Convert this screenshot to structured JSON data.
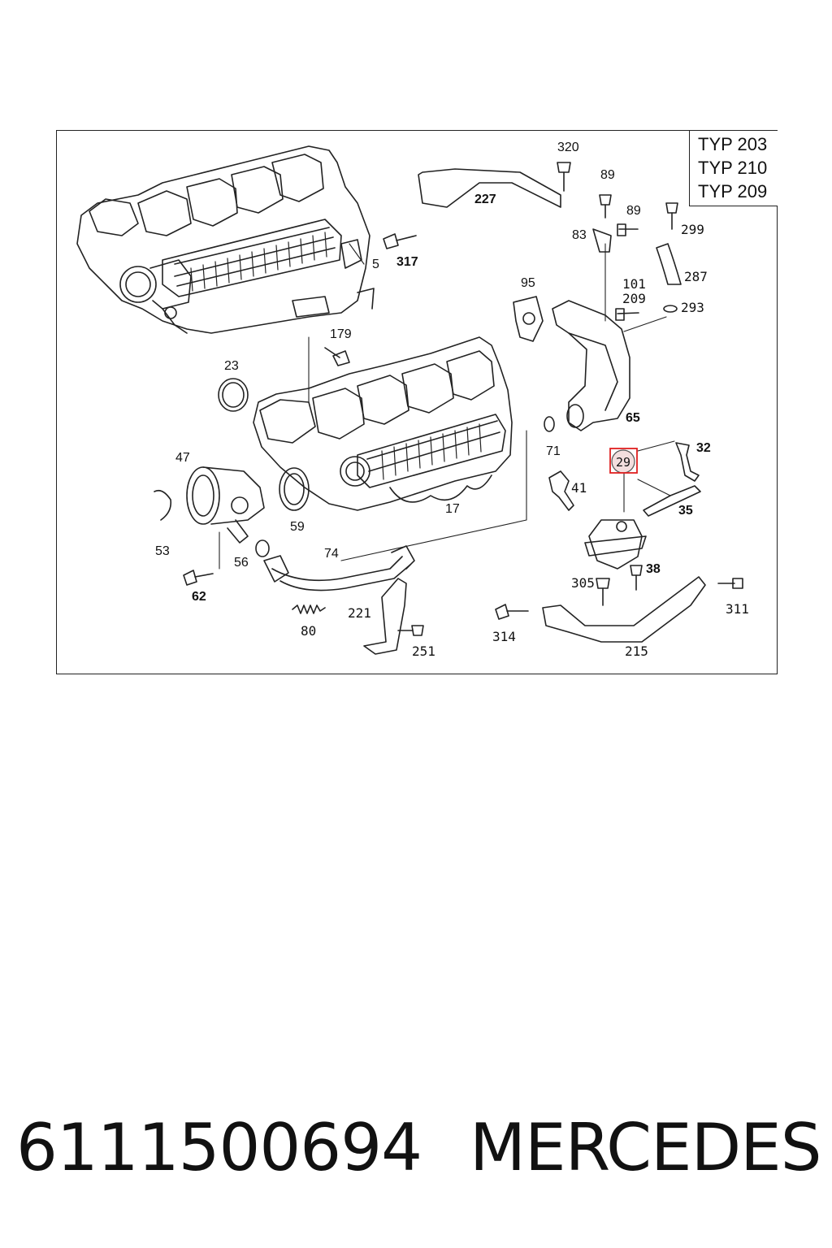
{
  "diagram": {
    "type_labels": [
      "TYP 203",
      "TYP 210",
      "TYP 209"
    ],
    "highlighted_part": "29",
    "highlight_color": "#e02020",
    "callouts": [
      {
        "id": "c320",
        "text": "320",
        "bold": false
      },
      {
        "id": "c227",
        "text": "227",
        "bold": true
      },
      {
        "id": "c89a",
        "text": "89",
        "bold": false
      },
      {
        "id": "c89b",
        "text": "89",
        "bold": false
      },
      {
        "id": "c83",
        "text": "83",
        "bold": false
      },
      {
        "id": "c299",
        "text": "299",
        "bold": false
      },
      {
        "id": "c317",
        "text": "317",
        "bold": true
      },
      {
        "id": "c5",
        "text": "5",
        "bold": false
      },
      {
        "id": "c287",
        "text": "287",
        "bold": false
      },
      {
        "id": "c95",
        "text": "95",
        "bold": false
      },
      {
        "id": "c101",
        "text": "101",
        "bold": false
      },
      {
        "id": "c209",
        "text": "209",
        "bold": false
      },
      {
        "id": "c293",
        "text": "293",
        "bold": false
      },
      {
        "id": "c179",
        "text": "179",
        "bold": false
      },
      {
        "id": "c23",
        "text": "23",
        "bold": false
      },
      {
        "id": "c65",
        "text": "65",
        "bold": true
      },
      {
        "id": "c32",
        "text": "32",
        "bold": true
      },
      {
        "id": "c71",
        "text": "71",
        "bold": false
      },
      {
        "id": "c47",
        "text": "47",
        "bold": false
      },
      {
        "id": "c41",
        "text": "41",
        "bold": false
      },
      {
        "id": "c35",
        "text": "35",
        "bold": true
      },
      {
        "id": "c17",
        "text": "17",
        "bold": false
      },
      {
        "id": "c59",
        "text": "59",
        "bold": false
      },
      {
        "id": "c53",
        "text": "53",
        "bold": false
      },
      {
        "id": "c74",
        "text": "74",
        "bold": false
      },
      {
        "id": "c56",
        "text": "56",
        "bold": false
      },
      {
        "id": "c38",
        "text": "38",
        "bold": true
      },
      {
        "id": "c62",
        "text": "62",
        "bold": true
      },
      {
        "id": "c305",
        "text": "305",
        "bold": false
      },
      {
        "id": "c311",
        "text": "311",
        "bold": false
      },
      {
        "id": "c221",
        "text": "221",
        "bold": false
      },
      {
        "id": "c80",
        "text": "80",
        "bold": false
      },
      {
        "id": "c314",
        "text": "314",
        "bold": false
      },
      {
        "id": "c251",
        "text": "251",
        "bold": false
      },
      {
        "id": "c215",
        "text": "215",
        "bold": false
      }
    ]
  },
  "caption": {
    "part_number": "6111500694",
    "brand": "MERCEDES"
  }
}
